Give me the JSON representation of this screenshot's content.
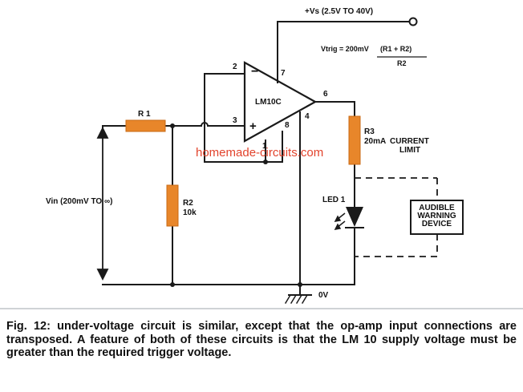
{
  "supply_label": "+Vs (2.5V TO 40V)",
  "formula": {
    "lhs": "Vtrig = 200mV",
    "paren": "(R1 + R2)",
    "denominator": "R2"
  },
  "opamp": {
    "label": "LM10C",
    "minus_sign": "−",
    "plus_sign": "+"
  },
  "pins": {
    "p2": "2",
    "p3": "3",
    "p7": "7",
    "p6": "6",
    "p4": "4",
    "p8": "8",
    "p1": "1"
  },
  "components": {
    "r1": "R 1",
    "r2": "R2",
    "r2_value": "10k",
    "r3": "R3",
    "r3_value": "20mA",
    "r3_note_1": "CURRENT",
    "r3_note_2": "LIMIT",
    "led": "LED 1",
    "warning_1": "AUDIBLE",
    "warning_2": "WARNING",
    "warning_3": "DEVICE"
  },
  "input_label": "Vin (200mV TO ∞)",
  "ground_label": "0V",
  "watermark": "homemade-circuits.com",
  "caption": {
    "fig": "Fig. 12: ",
    "emph": "under-voltage",
    "rest": " circuit is similar, except that the op-amp input connections are transposed. A feature of both of these circuits is that the LM 10 supply voltage must be greater than the required trigger voltage."
  },
  "colors": {
    "wire": "#1a1a1a",
    "resistor": "#e8862a",
    "resistor_border": "#c86a14",
    "watermark": "#e2432c"
  }
}
